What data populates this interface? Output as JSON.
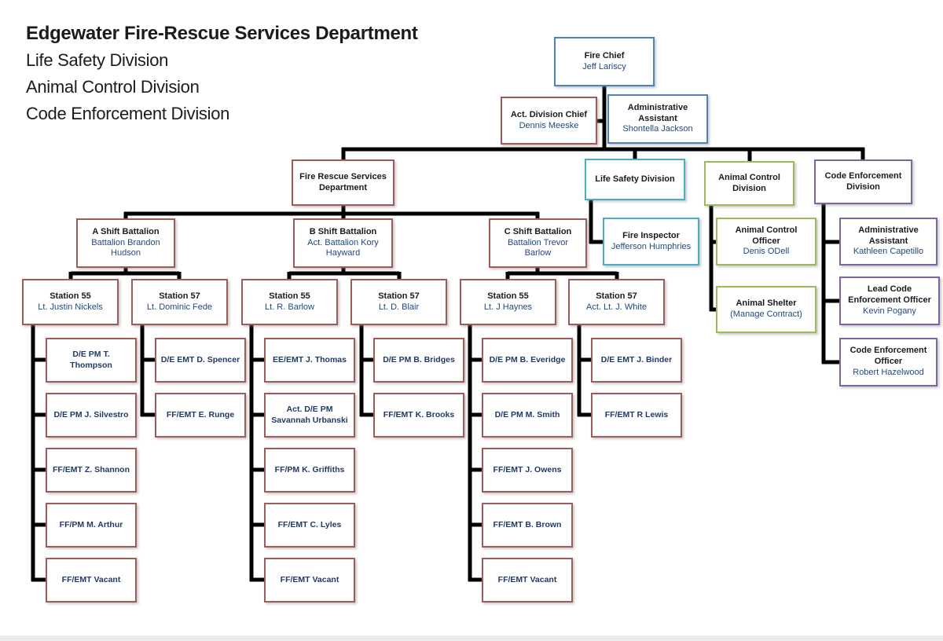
{
  "header": {
    "title": "Edgewater Fire-Rescue Services Department",
    "subtitles": [
      "Life Safety Division",
      "Animal Control Division",
      "Code Enforcement Division"
    ]
  },
  "colors": {
    "red": "#9D5B59",
    "blue": "#4F81BD",
    "teal": "#4BACC6",
    "green": "#9BBB59",
    "purple": "#8064A2",
    "connector_line": "#000000",
    "title_text": "#1B1B1B",
    "name_text": "#1F497D",
    "staff_text": "#203A66"
  },
  "nodes": [
    {
      "id": "fire-chief",
      "kind": "person",
      "color": "blue",
      "title": "Fire Chief",
      "name": "Jeff Lariscy"
    },
    {
      "id": "act-division-chief",
      "kind": "person",
      "color": "red",
      "title": "Act. Division Chief",
      "name": "Dennis  Meeske"
    },
    {
      "id": "admin-assistant-chief",
      "kind": "person",
      "color": "blue",
      "title": "Administrative\nAssistant",
      "name": "Shontella Jackson"
    },
    {
      "id": "fire-rescue-dept",
      "kind": "unit",
      "color": "red",
      "title": "Fire Rescue Services\nDepartment"
    },
    {
      "id": "life-safety-division",
      "kind": "unit",
      "color": "teal",
      "title": "Life Safety Division"
    },
    {
      "id": "animal-control-division",
      "kind": "unit",
      "color": "green",
      "title": "Animal Control\nDivision"
    },
    {
      "id": "code-enforcement-division",
      "kind": "unit",
      "color": "purple",
      "title": "Code Enforcement\nDivision"
    },
    {
      "id": "fire-inspector",
      "kind": "person",
      "color": "teal",
      "title": "Fire Inspector",
      "name": "Jefferson Humphries"
    },
    {
      "id": "animal-control-officer",
      "kind": "person",
      "color": "green",
      "title": "Animal Control\nOfficer",
      "name": "Denis ODell"
    },
    {
      "id": "admin-assistant-code",
      "kind": "person",
      "color": "purple",
      "title": "Administrative\nAssistant",
      "name": "Kathleen Capetillo"
    },
    {
      "id": "animal-shelter",
      "kind": "person",
      "color": "green",
      "title": "Animal Shelter",
      "name": "(Manage Contract)"
    },
    {
      "id": "lead-code-enforcement-officer",
      "kind": "person",
      "color": "purple",
      "title": "Lead Code\nEnforcement Officer",
      "name": "Kevin Pogany"
    },
    {
      "id": "code-enforcement-officer",
      "kind": "person",
      "color": "purple",
      "title": "Code Enforcement\nOfficer",
      "name": "Robert Hazelwood"
    },
    {
      "id": "a-shift-battalion",
      "kind": "person",
      "color": "red",
      "title": "A Shift Battalion",
      "name": "Battalion Brandon\nHudson"
    },
    {
      "id": "b-shift-battalion",
      "kind": "person",
      "color": "red",
      "title": "B Shift Battalion",
      "name": "Act. Battalion Kory\nHayward"
    },
    {
      "id": "c-shift-battalion",
      "kind": "person",
      "color": "red",
      "title": "C Shift Battalion",
      "name": "Battalion Trevor\nBarlow"
    },
    {
      "id": "station-55-a",
      "kind": "person",
      "color": "red",
      "title": "Station 55",
      "name": "Lt. Justin Nickels"
    },
    {
      "id": "station-57-a",
      "kind": "person",
      "color": "red",
      "title": "Station 57",
      "name": "Lt. Dominic Fede"
    },
    {
      "id": "station-55-b",
      "kind": "person",
      "color": "red",
      "title": "Station 55",
      "name": "Lt. R. Barlow"
    },
    {
      "id": "station-57-b",
      "kind": "person",
      "color": "red",
      "title": "Station 57",
      "name": "Lt. D. Blair"
    },
    {
      "id": "station-55-c",
      "kind": "person",
      "color": "red",
      "title": "Station 55",
      "name": "Lt.  J Haynes"
    },
    {
      "id": "station-57-c",
      "kind": "person",
      "color": "red",
      "title": "Station 57",
      "name": "Act. Lt. J. White"
    },
    {
      "id": "staff-a55-1",
      "kind": "staff",
      "color": "red",
      "title": "D/E PM T.\nThompson"
    },
    {
      "id": "staff-a55-2",
      "kind": "staff",
      "color": "red",
      "title": "D/E PM J. Silvestro"
    },
    {
      "id": "staff-a55-3",
      "kind": "staff",
      "color": "red",
      "title": "FF/EMT Z. Shannon"
    },
    {
      "id": "staff-a55-4",
      "kind": "staff",
      "color": "red",
      "title": "FF/PM M. Arthur"
    },
    {
      "id": "staff-a55-5",
      "kind": "staff",
      "color": "red",
      "title": "FF/EMT Vacant"
    },
    {
      "id": "staff-a57-1",
      "kind": "staff",
      "color": "red",
      "title": "D/E EMT D. Spencer"
    },
    {
      "id": "staff-a57-2",
      "kind": "staff",
      "color": "red",
      "title": "FF/EMT E. Runge"
    },
    {
      "id": "staff-b55-1",
      "kind": "staff",
      "color": "red",
      "title": "EE/EMT J. Thomas"
    },
    {
      "id": "staff-b55-2",
      "kind": "staff",
      "color": "red",
      "title": "Act. D/E  PM\nSavannah Urbanski"
    },
    {
      "id": "staff-b55-3",
      "kind": "staff",
      "color": "red",
      "title": "FF/PM K. Griffiths"
    },
    {
      "id": "staff-b55-4",
      "kind": "staff",
      "color": "red",
      "title": "FF/EMT C. Lyles"
    },
    {
      "id": "staff-b55-5",
      "kind": "staff",
      "color": "red",
      "title": "FF/EMT Vacant"
    },
    {
      "id": "staff-b57-1",
      "kind": "staff",
      "color": "red",
      "title": "D/E PM B. Bridges"
    },
    {
      "id": "staff-b57-2",
      "kind": "staff",
      "color": "red",
      "title": "FF/EMT K. Brooks"
    },
    {
      "id": "staff-c55-1",
      "kind": "staff",
      "color": "red",
      "title": "D/E PM B. Everidge"
    },
    {
      "id": "staff-c55-2",
      "kind": "staff",
      "color": "red",
      "title": "D/E PM M. Smith"
    },
    {
      "id": "staff-c55-3",
      "kind": "staff",
      "color": "red",
      "title": "FF/EMT J. Owens"
    },
    {
      "id": "staff-c55-4",
      "kind": "staff",
      "color": "red",
      "title": "FF/EMT B. Brown"
    },
    {
      "id": "staff-c55-5",
      "kind": "staff",
      "color": "red",
      "title": "FF/EMT Vacant"
    },
    {
      "id": "staff-c57-1",
      "kind": "staff",
      "color": "red",
      "title": "D/E  EMT J. Binder"
    },
    {
      "id": "staff-c57-2",
      "kind": "staff",
      "color": "red",
      "title": "FF/EMT R Lewis"
    }
  ]
}
